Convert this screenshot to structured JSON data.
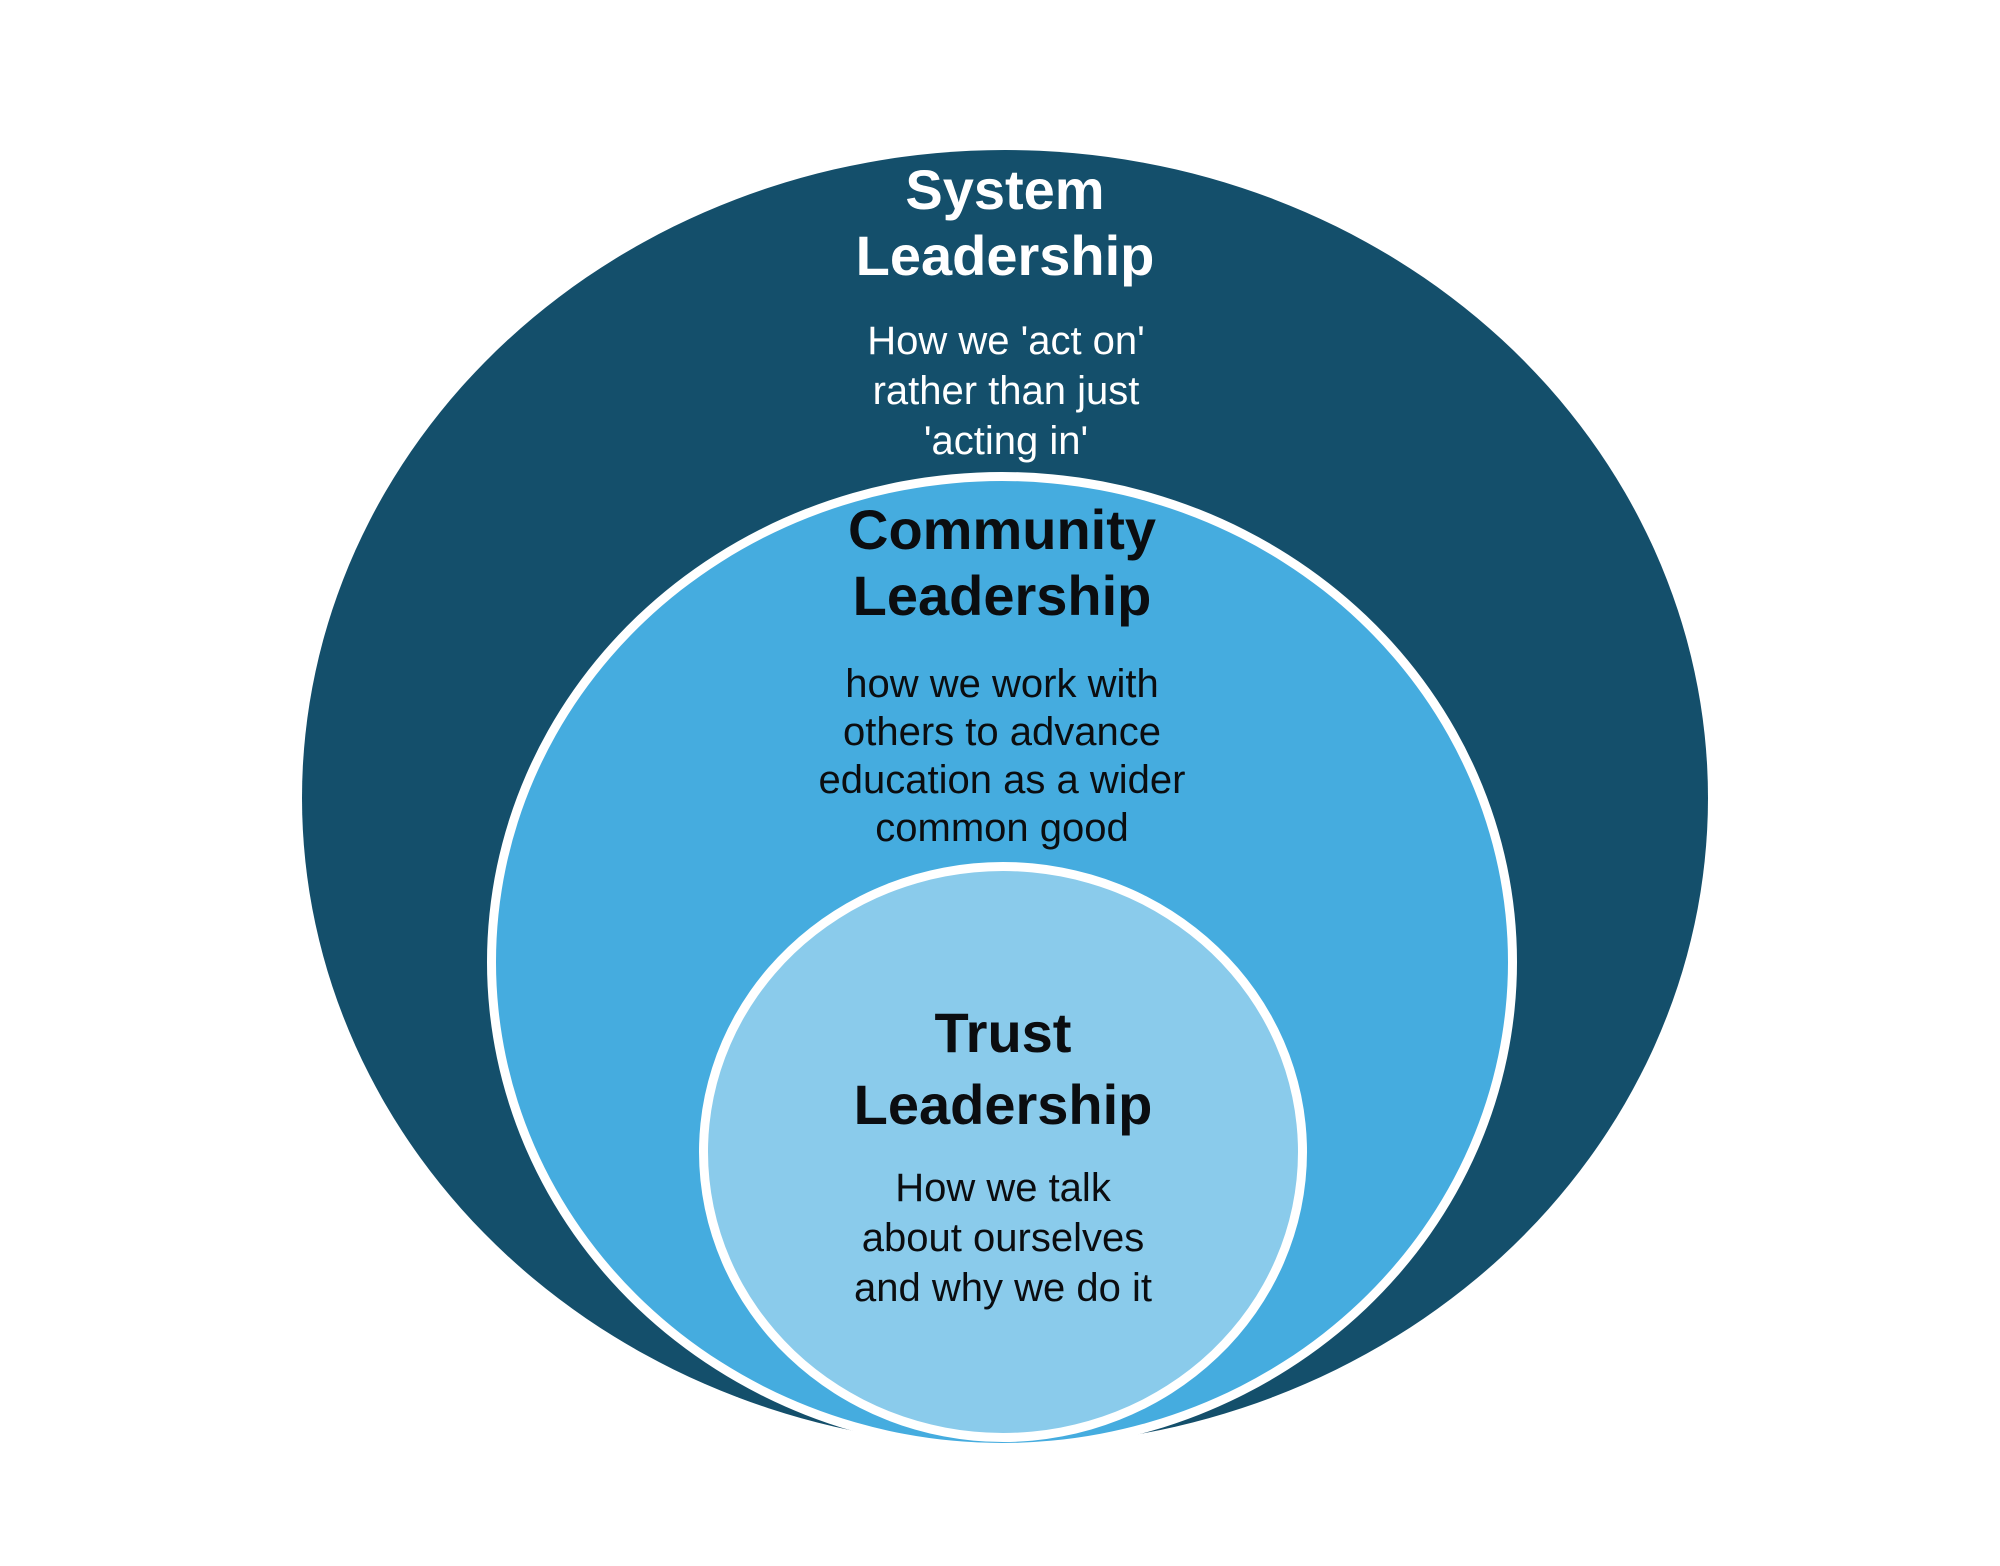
{
  "diagram": {
    "type": "nested-circles",
    "background": "#FFFFFF",
    "ring_stroke_color": "#FFFFFF",
    "rings": [
      {
        "id": "system",
        "title_lines": [
          "System",
          "Leadership"
        ],
        "desc_lines": [
          "How we 'act on'",
          "rather than just",
          "'acting in'"
        ],
        "fill": "#144F6B",
        "text_color": "#FFFFFF"
      },
      {
        "id": "community",
        "title_lines": [
          "Community",
          "Leadership"
        ],
        "desc_lines": [
          "how we work with",
          "others to advance",
          "education as a wider",
          "common good"
        ],
        "fill": "#45ACDF",
        "text_color": "#0B0D10"
      },
      {
        "id": "trust",
        "title_lines": [
          "Trust",
          "Leadership"
        ],
        "desc_lines": [
          "How we talk",
          "about ourselves",
          "and why we do it"
        ],
        "fill": "#8ACBEB",
        "text_color": "#0B0D10"
      }
    ]
  }
}
